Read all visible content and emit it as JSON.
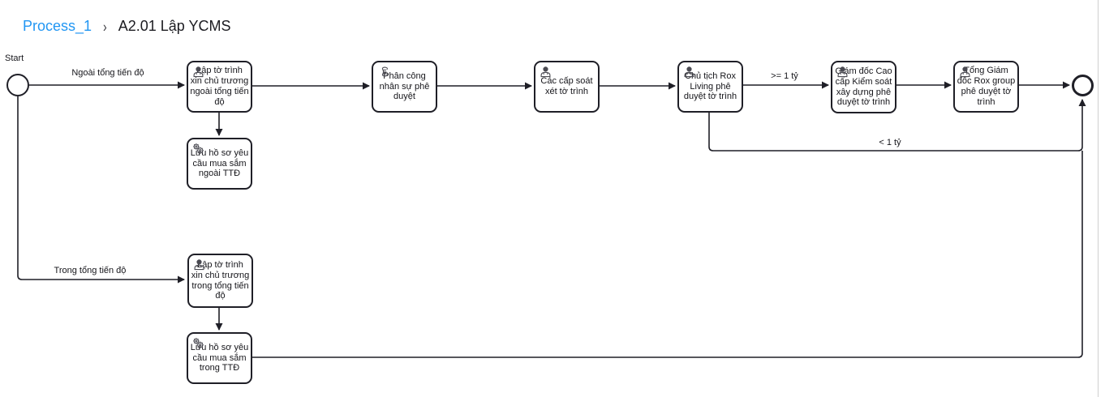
{
  "breadcrumb": {
    "process": "Process_1",
    "separator": "›",
    "current": "A2.01 Lập YCMS"
  },
  "diagram": {
    "start_event_label": "Start",
    "nodes": [
      {
        "id": "lap-to-trinh-ngoai",
        "type": "user-task",
        "label": "Lập tờ trình xin chủ trương ngoài tổng tiến độ"
      },
      {
        "id": "luu-ho-so-ngoai",
        "type": "service-task",
        "label": "Lưu hồ sơ yêu cầu mua sắm ngoài TTĐ"
      },
      {
        "id": "phan-cong",
        "type": "script-task",
        "label": "Phân công nhân sự phê duyệt"
      },
      {
        "id": "cac-cap-soat-xet",
        "type": "user-task",
        "label": "Các cấp soát xét tờ trình"
      },
      {
        "id": "chu-tich-rox",
        "type": "user-task",
        "label": "Chủ tịch Rox Living phê duyệt tờ trình"
      },
      {
        "id": "giam-doc-cao-cap",
        "type": "user-task",
        "label": "Giám đốc Cao cấp Kiểm soát xây dựng phê duyệt tờ trình"
      },
      {
        "id": "tong-giam-doc",
        "type": "user-task",
        "label": "Tổng Giám đốc Rox group phê duyệt tờ trình"
      },
      {
        "id": "lap-to-trinh-trong",
        "type": "user-task",
        "label": "Lập tờ trình xin chủ trương trong tổng tiến độ"
      },
      {
        "id": "luu-ho-so-trong",
        "type": "service-task",
        "label": "Lưu hồ sơ yêu cầu mua sắm trong TTĐ"
      }
    ],
    "edge_labels": {
      "ngoai_ttd": "Ngoài tổng tiến độ",
      "trong_ttd": "Trong tổng tiến độ",
      "gte_1ty": ">= 1 tỷ",
      "lt_1ty": "< 1 tỷ"
    },
    "colors": {
      "link_blue": "#2196f3",
      "shape_stroke": "#1f1f27",
      "icon_gray": "#4a4a52",
      "panel_edge": "#cfcfcf"
    }
  }
}
